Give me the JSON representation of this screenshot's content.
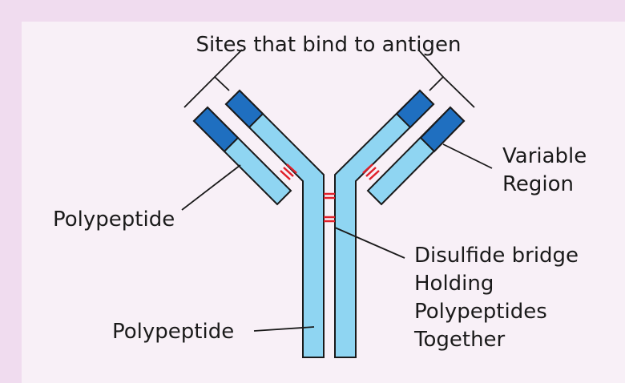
{
  "labels": {
    "antigen_sites": "Sites that bind to antigen",
    "variable_line1": "Variable",
    "variable_line2": "Region",
    "polypeptide_light": "Polypeptide",
    "polypeptide_heavy": "Polypeptide",
    "disulfide_line1": "Disulfide bridge",
    "disulfide_line2": "Holding",
    "disulfide_line3": "Polypeptides",
    "disulfide_line4": "Together"
  },
  "colors": {
    "background": "#f0dcef",
    "panel": "#f8f0f7",
    "constant_region": "#8fd5f2",
    "variable_region": "#1f6fc0",
    "outline": "#1a1a1a",
    "disulfide": "#e0202a"
  }
}
